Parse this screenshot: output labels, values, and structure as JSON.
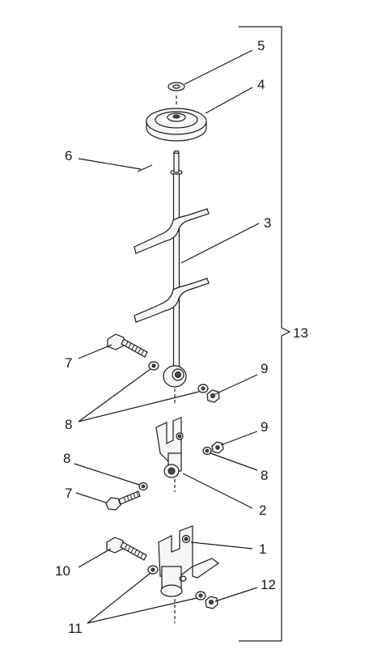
{
  "diagram": {
    "callouts": {
      "c1": "1",
      "c2": "2",
      "c3": "3",
      "c4": "4",
      "c5": "5",
      "c6": "6",
      "c7a": "7",
      "c7b": "7",
      "c8a": "8",
      "c8b": "8",
      "c8c": "8",
      "c9a": "9",
      "c9b": "9",
      "c10": "10",
      "c11": "11",
      "c12": "12",
      "c13": "13"
    }
  }
}
